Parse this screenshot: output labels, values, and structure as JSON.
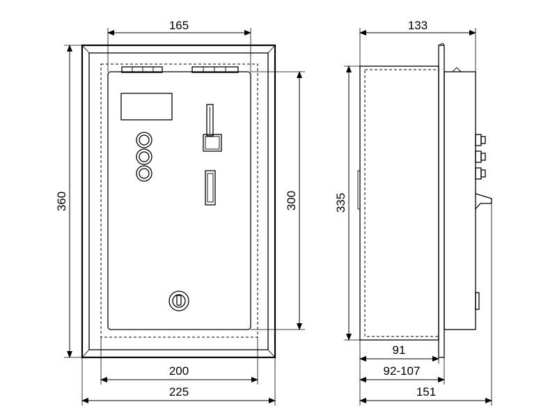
{
  "front_view": {
    "dim_width_top": "165",
    "dim_height_left": "360",
    "dim_height_inner": "300",
    "dim_width_inner": "200",
    "dim_width_overall": "225"
  },
  "side_view": {
    "dim_depth_top": "133",
    "dim_height": "335",
    "dim_depth_body": "91",
    "dim_depth_range": "92-107",
    "dim_depth_overall": "151"
  }
}
